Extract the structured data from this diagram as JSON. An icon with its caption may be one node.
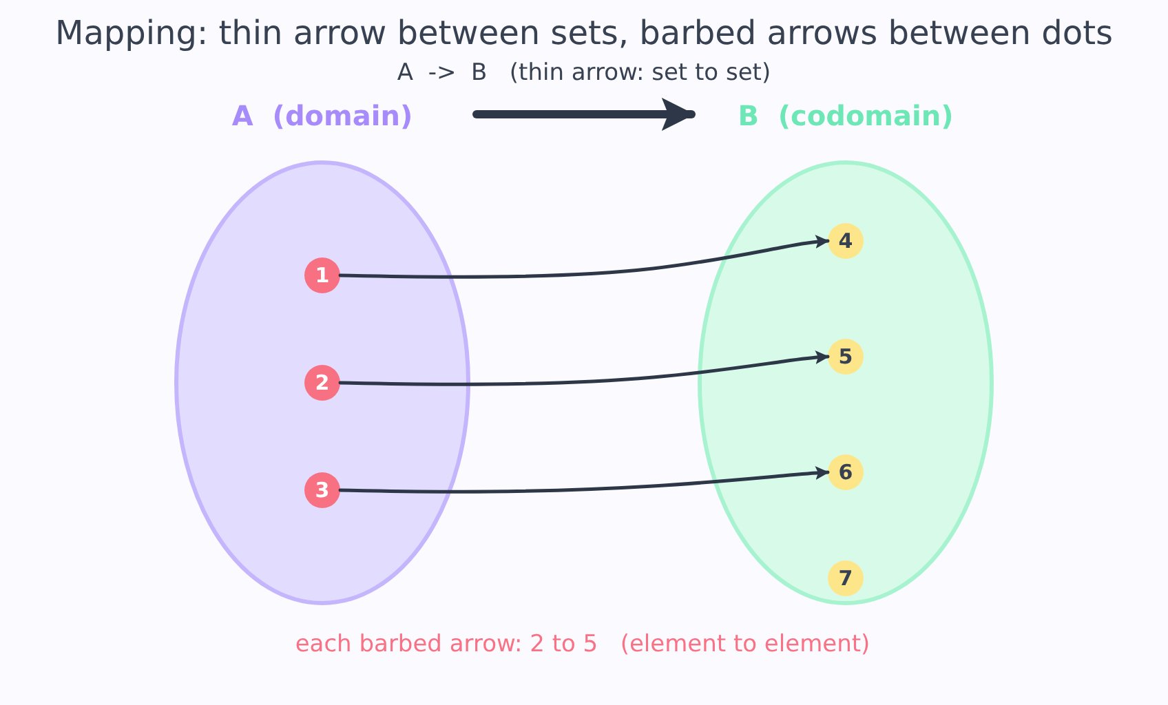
{
  "diagram": {
    "title": "Mapping: thin arrow between sets, barbed arrows between dots",
    "nodes": [
      {
        "text": [
          "A  (domain)"
        ]
      },
      {
        "text": [
          "1"
        ],
        "in": 0
      },
      {
        "text": [
          "2"
        ],
        "in": 0
      },
      {
        "text": [
          "3"
        ],
        "in": 0
      },
      {
        "text": [
          "B  (codomain)"
        ]
      },
      {
        "text": [
          "4"
        ],
        "in": 4
      },
      {
        "text": [
          "5"
        ],
        "in": 4
      },
      {
        "text": [
          "6"
        ],
        "in": 4
      },
      {
        "text": [
          "7"
        ],
        "in": 4
      }
    ],
    "edges": [
      {
        "from": 0,
        "to": 4,
        "arrow": "to",
        "label": "A  ->  B   (thin arrow: set to set)",
        "style": "thick"
      },
      {
        "from": 1,
        "to": 5,
        "arrow": "to"
      },
      {
        "from": 2,
        "to": 6,
        "arrow": "to"
      },
      {
        "from": 3,
        "to": 7,
        "arrow": "to"
      }
    ],
    "labels": [
      "each barbed arrow: 2 to 5   (element to element)"
    ]
  }
}
